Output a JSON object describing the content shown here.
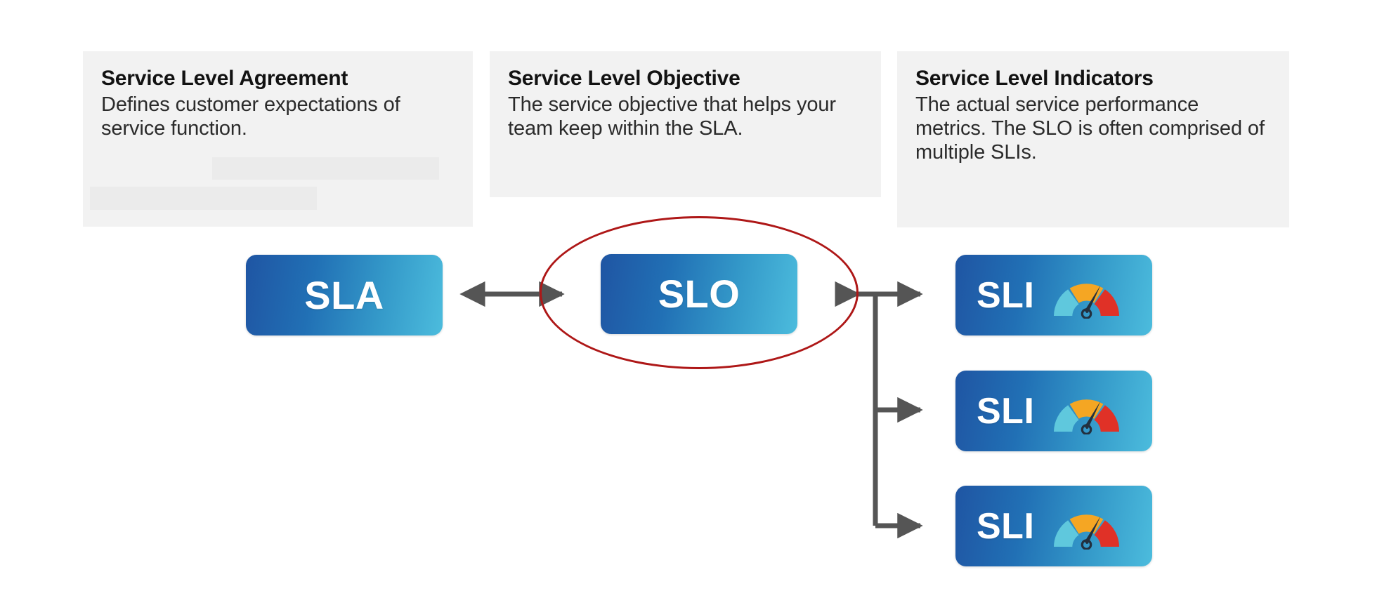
{
  "diagram": {
    "title": "Service Level Agreement / Objective / Indicators relationship",
    "background_color": "#ffffff",
    "accent_colors": {
      "card_background": "#f2f2f2",
      "redact_block": "#ebebeb",
      "node_gradient_start": "#1f55a3",
      "node_gradient_end": "#4cbcdd",
      "highlight_ellipse": "#ae1717",
      "connector": "#555555",
      "gauge_low": "#5fc8dd",
      "gauge_mid": "#f5a623",
      "gauge_high": "#e03127",
      "gauge_needle": "#22303f"
    }
  },
  "cards": [
    {
      "id": "sla",
      "title": "Service Level Agreement",
      "body": "Defines customer expectations of service function.",
      "has_redacted_blocks": true
    },
    {
      "id": "slo",
      "title": "Service Level Objective",
      "body": "The service objective that helps your team keep within the SLA.",
      "has_redacted_blocks": false
    },
    {
      "id": "sli",
      "title": "Service Level Indicators",
      "body": "The actual service performance metrics. The SLO is often comprised of multiple SLIs.",
      "has_redacted_blocks": false
    }
  ],
  "nodes": {
    "sla": {
      "label": "SLA",
      "icon": null
    },
    "slo": {
      "label": "SLO",
      "icon": null,
      "highlighted": true
    },
    "sli": [
      {
        "label": "SLI",
        "icon": "gauge-icon"
      },
      {
        "label": "SLI",
        "icon": "gauge-icon"
      },
      {
        "label": "SLI",
        "icon": "gauge-icon"
      }
    ]
  },
  "connections": [
    {
      "from": "sla",
      "to": "slo",
      "style": "double-arrow"
    },
    {
      "from": "sli-group",
      "to": "slo",
      "style": "single-arrow"
    },
    {
      "from": "trunk",
      "to": "sli-1",
      "style": "single-arrow"
    },
    {
      "from": "trunk",
      "to": "sli-2",
      "style": "single-arrow"
    },
    {
      "from": "trunk",
      "to": "sli-3",
      "style": "single-arrow"
    }
  ]
}
